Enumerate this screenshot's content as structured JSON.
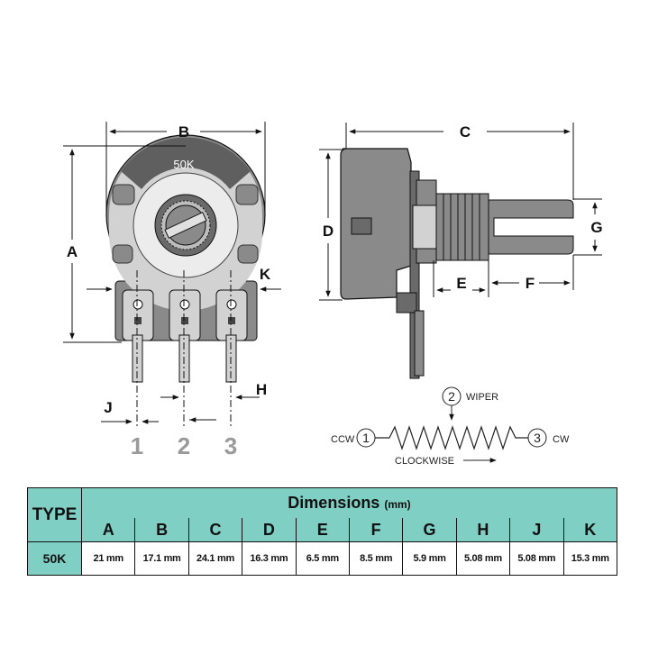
{
  "diagram": {
    "front_marking": "50K",
    "dim_labels": {
      "A": "A",
      "B": "B",
      "C": "C",
      "D": "D",
      "E": "E",
      "F": "F",
      "G": "G",
      "H": "H",
      "J": "J",
      "K": "K"
    },
    "pins": [
      "1",
      "2",
      "3"
    ],
    "schematic": {
      "wiper_num": "2",
      "wiper_label": "WIPER",
      "ccw_label": "CCW",
      "ccw_num": "1",
      "cw_num": "3",
      "cw_label": "CW",
      "direction_label": "CLOCKWISE"
    }
  },
  "table": {
    "type_header": "TYPE",
    "title": "Dimensions",
    "unit": "(mm)",
    "columns": [
      "A",
      "B",
      "C",
      "D",
      "E",
      "F",
      "G",
      "H",
      "J",
      "K"
    ],
    "rows": [
      {
        "type": "50K",
        "values": [
          "21 mm",
          "17.1 mm",
          "24.1 mm",
          "16.3 mm",
          "6.5 mm",
          "8.5 mm",
          "5.9 mm",
          "5.08 mm",
          "5.08 mm",
          "15.3 mm"
        ]
      }
    ]
  },
  "colors": {
    "body": "#8a8a8a",
    "dark": "#5f5f5f",
    "light": "#d2d2d2",
    "header": "#80cfc5"
  }
}
